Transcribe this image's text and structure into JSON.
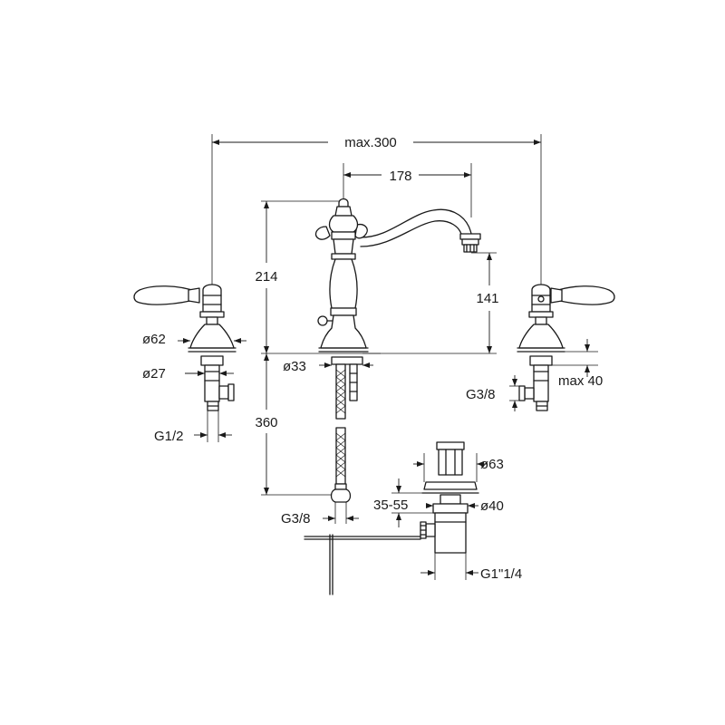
{
  "labels": {
    "max_width": "max.300",
    "spout_reach": "178",
    "body_height": "214",
    "spout_height": "141",
    "handle_base_dia": "ø62",
    "handle_stem_dia": "ø27",
    "left_inlet_thread": "G1/2",
    "spout_base_dia": "ø33",
    "hose_length": "360",
    "hose_thread": "G3/8",
    "right_inlet_thread": "G3/8",
    "max_deck": "max 40",
    "waste_flange_dia": "ø63",
    "waste_depth": "35-55",
    "waste_body_dia": "ø40",
    "waste_thread": "G1\"1/4"
  }
}
